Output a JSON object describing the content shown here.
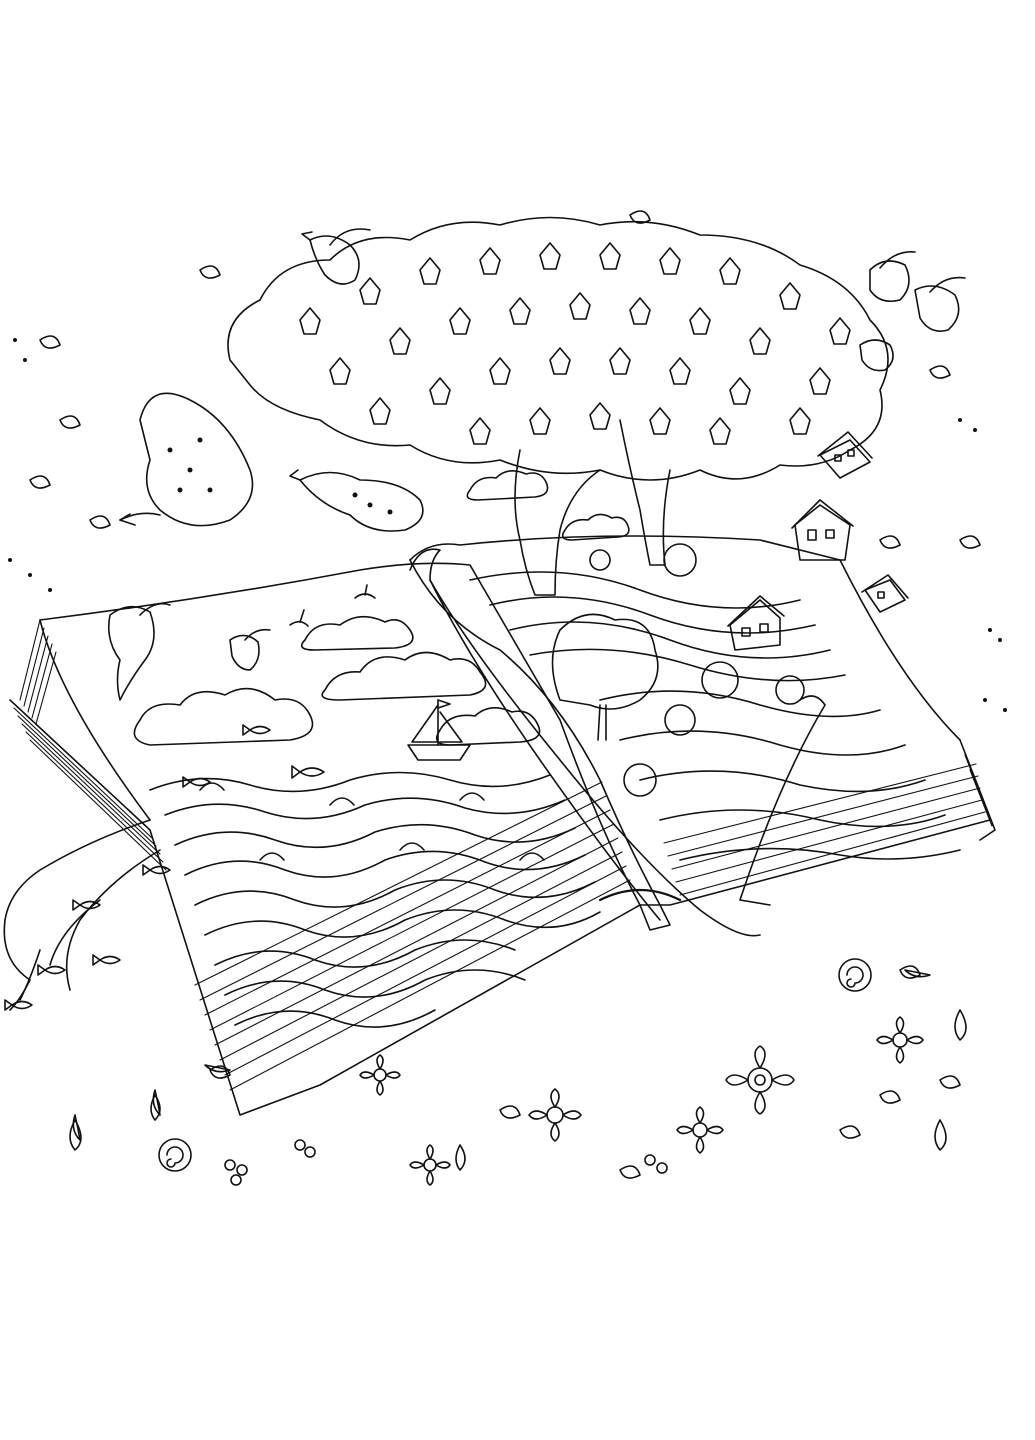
{
  "illustration": {
    "kind": "line-art coloring page",
    "subject": "open book",
    "ink_color": "#111111",
    "paper_color": "#ffffff",
    "elements": [
      "open-book",
      "tree",
      "birds",
      "sailboat",
      "ocean-waves",
      "fish",
      "clouds",
      "hills",
      "houses",
      "ribbon-bookmark",
      "flowers",
      "leaves"
    ]
  }
}
